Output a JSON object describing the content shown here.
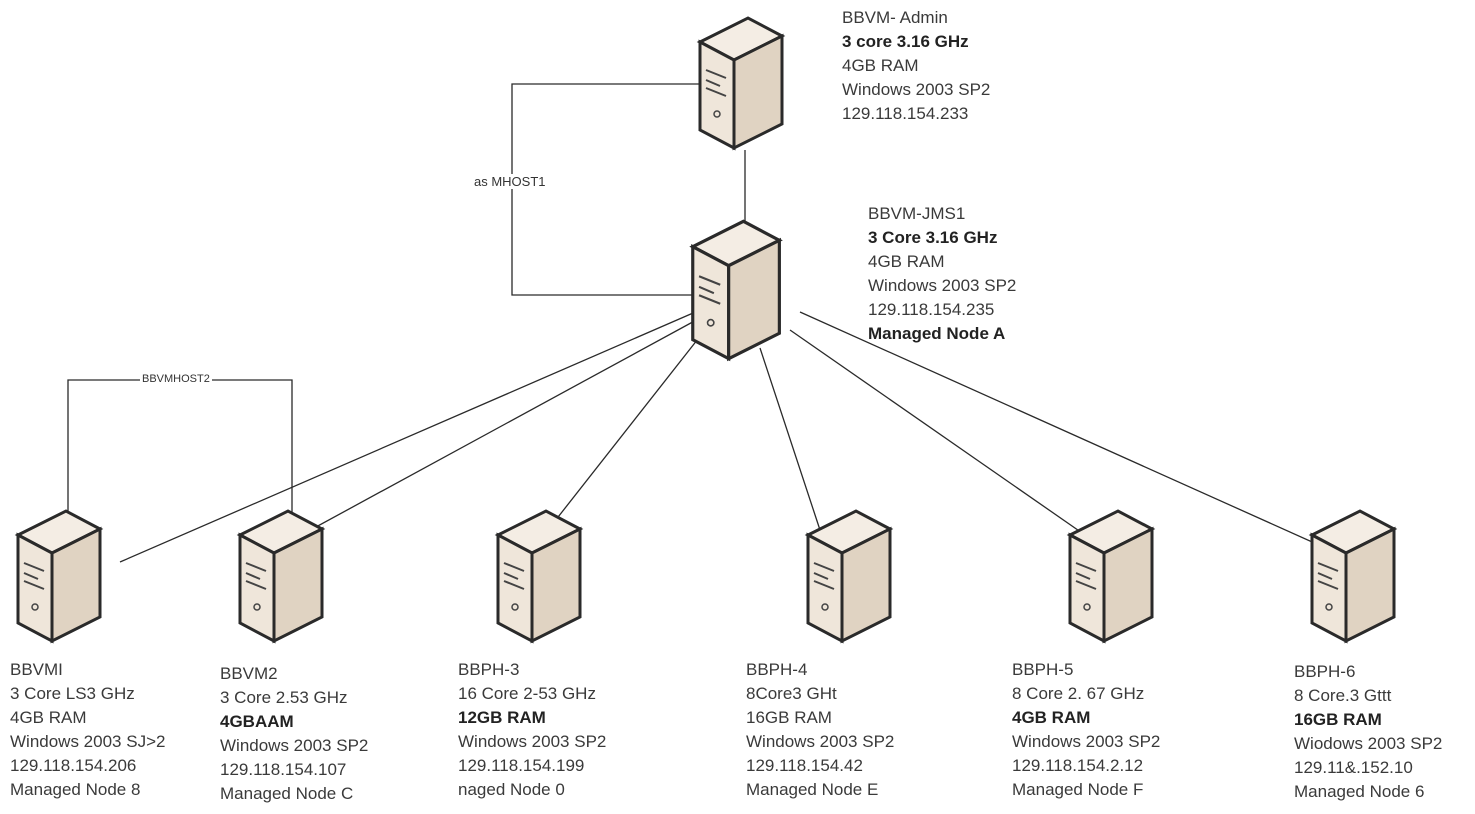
{
  "links": {
    "host1": "as MHOST1",
    "host2": "BBVMHOST2"
  },
  "nodes": {
    "admin": {
      "name": "BBVM- Admin",
      "cpu": "3 core 3.16 GHz",
      "ram": "4GB RAM",
      "os": "Windows 2003 SP2",
      "ip": "129.118.154.233"
    },
    "jms": {
      "name": "BBVM-JMS1",
      "cpu": "3 Core 3.16 GHz",
      "ram": "4GB RAM",
      "os": "Windows 2003 SP2",
      "ip": "129.118.154.235",
      "role": "Managed Node A"
    },
    "vm1": {
      "name": "BBVMI",
      "cpu": "3 Core LS3 GHz",
      "ram": "4GB RAM",
      "os": "Windows 2003 SJ>2",
      "ip": "129.118.154.206",
      "role": "Managed Node 8"
    },
    "vm2": {
      "name": "BBVM2",
      "cpu": "3 Core 2.53 GHz",
      "ram": "4GBAAM",
      "os": "Windows 2003 SP2",
      "ip": "129.118.154.107",
      "role": "Managed Node C"
    },
    "ph3": {
      "name": "BBPH-3",
      "cpu": "16 Core 2-53 GHz",
      "ram": "12GB RAM",
      "os": "Windows 2003 SP2",
      "ip": "129.118.154.199",
      "role": "naged Node 0"
    },
    "ph4": {
      "name": "BBPH-4",
      "cpu": "8Core3 GHt",
      "ram": "16GB RAM",
      "os": "Windows 2003 SP2",
      "ip": "129.118.154.42",
      "role": "Managed Node E"
    },
    "ph5": {
      "name": "BBPH-5",
      "cpu": "8 Core 2. 67 GHz",
      "ram": "4GB RAM",
      "os": "Windows 2003 SP2",
      "ip": "129.118.154.2.12",
      "role": "Managed Node F"
    },
    "ph6": {
      "name": "BBPH-6",
      "cpu": "8 Core.3 Gttt",
      "ram": "16GB RAM",
      "os": "Wiodows 2003 SP2",
      "ip": "129.11&.152.10",
      "role": "Managed Node 6"
    }
  }
}
